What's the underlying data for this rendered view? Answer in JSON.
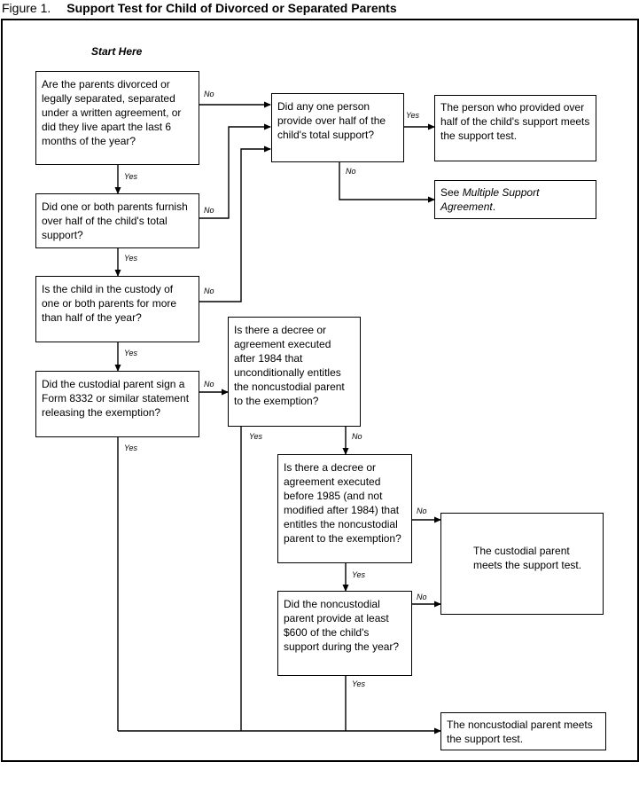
{
  "figure": {
    "number": "Figure 1.",
    "title": "Support Test for Child of Divorced or Separated Parents"
  },
  "start_label": "Start Here",
  "nodes": {
    "q1": "Are the parents divorced or legally separated, separated under a written agreement, or did they live apart the last 6 months of the year?",
    "q2": "Did one or both parents furnish over half of the child's total support?",
    "q3": "Is the child in the custody of one or both parents for more than half of the year?",
    "q4": "Did the custodial parent sign a Form 8332 or similar statement releasing the exemption?",
    "q5": "Did any one person provide over half of the child's total support?",
    "r1": "The person who provided over half of the child's support meets the support test.",
    "r2_prefix": "See ",
    "r2_italic": "Multiple Support Agreement",
    "r2_suffix": ".",
    "q6": "Is there a decree or agreement executed after 1984 that unconditionally entitles the noncustodial parent to the exemption?",
    "q7": "Is there a decree or agreement executed before 1985 (and not modified after 1984) that entitles the noncustodial parent to the exemption?",
    "q8": "Did the noncustodial parent provide at least $600 of the child's support during the year?",
    "r3": "The custodial parent meets the support test.",
    "r4": "The noncustodial parent meets the support test."
  },
  "edge_labels": {
    "yes": "Yes",
    "no": "No"
  }
}
